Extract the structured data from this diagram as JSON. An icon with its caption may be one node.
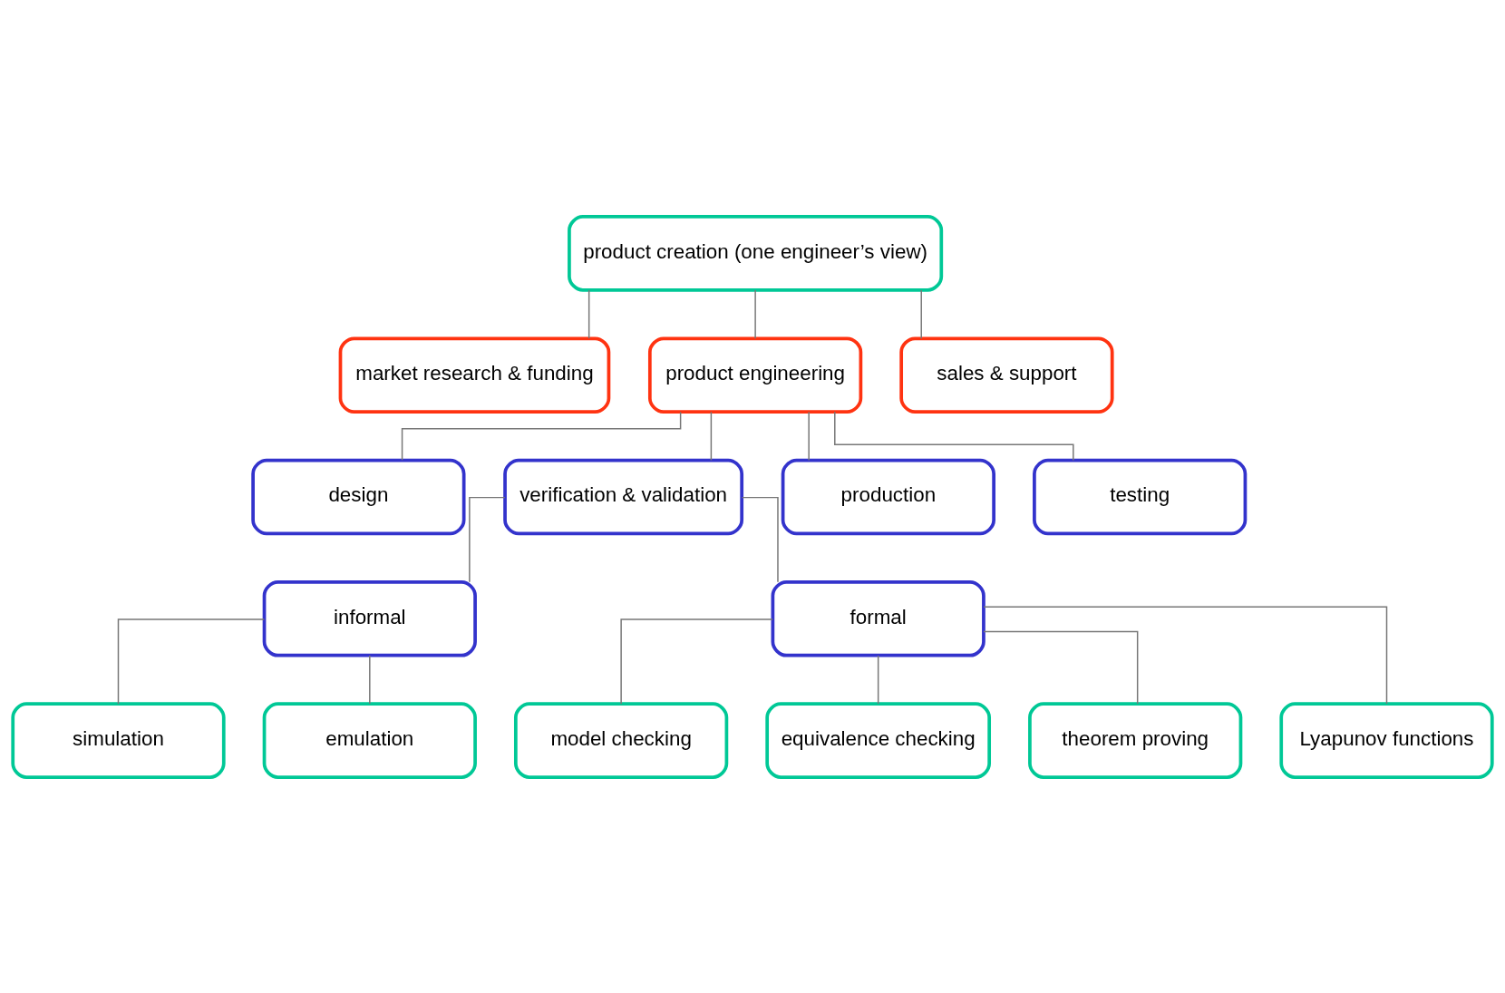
{
  "diagram": {
    "nodes": [
      {
        "text": [
          "product creation (one engineer’s view)"
        ]
      },
      {
        "text": [
          "market research & funding"
        ]
      },
      {
        "text": [
          "product engineering"
        ]
      },
      {
        "text": [
          "sales & support"
        ]
      },
      {
        "text": [
          "design"
        ]
      },
      {
        "text": [
          "verification & validation"
        ]
      },
      {
        "text": [
          "production"
        ]
      },
      {
        "text": [
          "testing"
        ]
      },
      {
        "text": [
          "informal"
        ]
      },
      {
        "text": [
          "formal"
        ]
      },
      {
        "text": [
          "simulation"
        ]
      },
      {
        "text": [
          "emulation"
        ]
      },
      {
        "text": [
          "model checking"
        ]
      },
      {
        "text": [
          "equivalence checking"
        ]
      },
      {
        "text": [
          "theorem proving"
        ]
      },
      {
        "text": [
          "Lyapunov functions"
        ]
      }
    ],
    "edges": [
      {
        "from": 0,
        "to": 1,
        "arrow": "none"
      },
      {
        "from": 0,
        "to": 2,
        "arrow": "none"
      },
      {
        "from": 0,
        "to": 3,
        "arrow": "none"
      },
      {
        "from": 2,
        "to": 4,
        "arrow": "none"
      },
      {
        "from": 2,
        "to": 5,
        "arrow": "none"
      },
      {
        "from": 2,
        "to": 6,
        "arrow": "none"
      },
      {
        "from": 2,
        "to": 7,
        "arrow": "none"
      },
      {
        "from": 5,
        "to": 8,
        "arrow": "none"
      },
      {
        "from": 5,
        "to": 9,
        "arrow": "none"
      },
      {
        "from": 8,
        "to": 10,
        "arrow": "none"
      },
      {
        "from": 8,
        "to": 11,
        "arrow": "none"
      },
      {
        "from": 9,
        "to": 12,
        "arrow": "none"
      },
      {
        "from": 9,
        "to": 13,
        "arrow": "none"
      },
      {
        "from": 9,
        "to": 14,
        "arrow": "none"
      },
      {
        "from": 9,
        "to": 15,
        "arrow": "none"
      }
    ]
  }
}
